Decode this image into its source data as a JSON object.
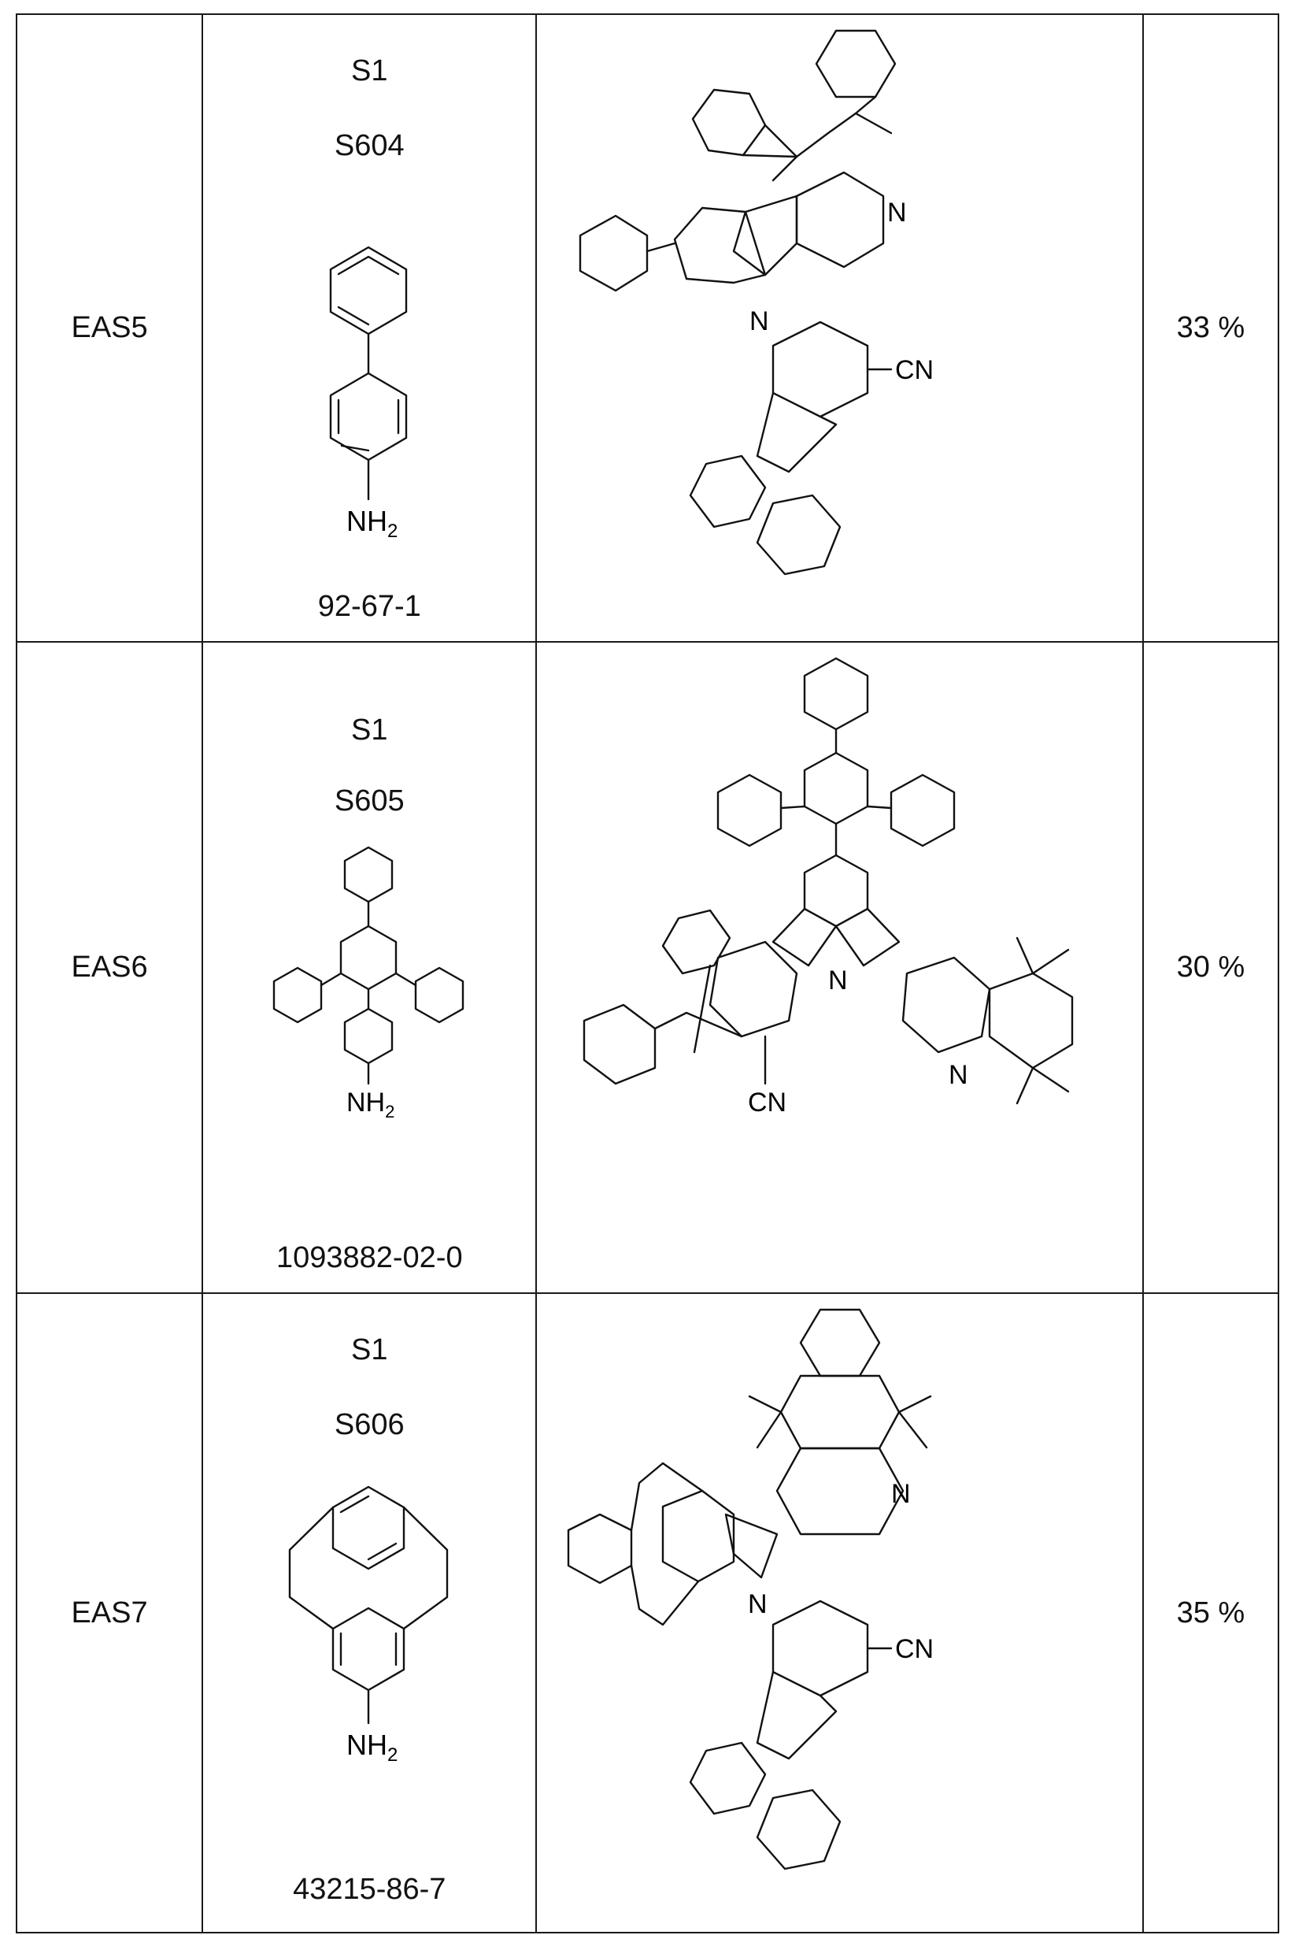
{
  "rows": [
    {
      "id": "EAS5",
      "reactant_1": "S1",
      "reactant_2": "S604",
      "amine_label": "NH",
      "amine_sub": "2",
      "cas": "92-67-1",
      "product_labels": {
        "n": "N",
        "n2": "N",
        "cn": "CN"
      },
      "yield": "33 %"
    },
    {
      "id": "EAS6",
      "reactant_1": "S1",
      "reactant_2": "S605",
      "amine_label": "NH",
      "amine_sub": "2",
      "cas": "1093882-02-0",
      "product_labels": {
        "n": "N",
        "n2": "N",
        "cn": "CN"
      },
      "yield": "30 %"
    },
    {
      "id": "EAS7",
      "reactant_1": "S1",
      "reactant_2": "S606",
      "amine_label": "NH",
      "amine_sub": "2",
      "cas": "43215-86-7",
      "product_labels": {
        "n": "N",
        "n2": "N",
        "cn": "CN"
      },
      "yield": "35 %"
    }
  ]
}
